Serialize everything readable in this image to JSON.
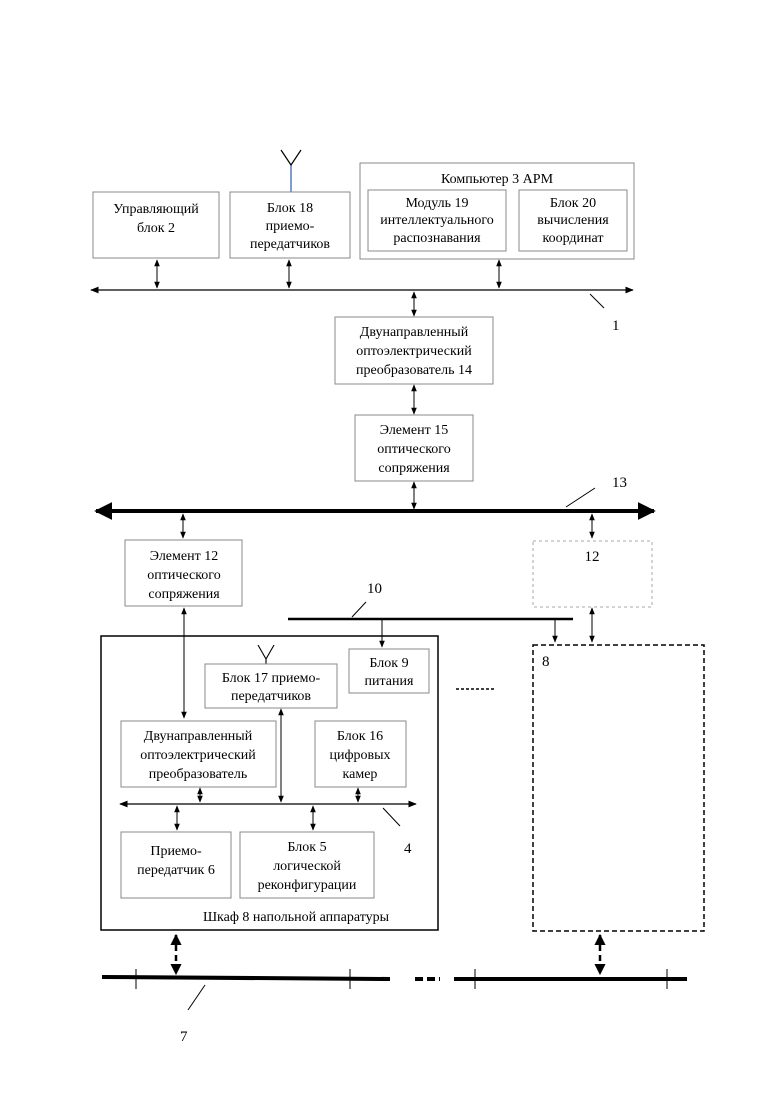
{
  "blocks": {
    "control": [
      "Управляющий",
      "блок 2"
    ],
    "transceiver18": [
      "Блок 18",
      "приемо-",
      "передатчиков"
    ],
    "computer_title": "Компьютер 3 АРМ",
    "module19": [
      "Модуль 19",
      "интеллектуального",
      "распознавания"
    ],
    "block20": [
      "Блок 20",
      "вычисления",
      "координат"
    ],
    "converter14": [
      "Двунаправленный",
      "оптоэлектрический",
      "преобразователь 14"
    ],
    "element15": [
      "Элемент 15",
      "оптического",
      "сопряжения"
    ],
    "element12": [
      "Элемент 12",
      "оптического",
      "сопряжения"
    ],
    "element12_dashed": "12",
    "transceiver17": [
      "Блок 17 приемо-",
      "передатчиков"
    ],
    "power9": [
      "Блок 9",
      "питания"
    ],
    "converter_cab": [
      "Двунаправленный",
      "оптоэлектрический",
      "преобразователь"
    ],
    "cameras16": [
      "Блок 16",
      "цифровых",
      "камер"
    ],
    "transceiver6": [
      "Приемо-",
      "передатчик 6"
    ],
    "reconfig5": [
      "Блок 5",
      "логической",
      "реконфигурации"
    ],
    "cabinet_label": "Шкаф 8 напольной аппаратуры",
    "cabinet8_dashed": "8"
  },
  "labels": {
    "bus1": "1",
    "bus13": "13",
    "bus10": "10",
    "bus4": "4",
    "bus7": "7"
  },
  "colors": {
    "antenna18_mast": "#2a5db0",
    "box_border": "#888888",
    "dashed_border": "#aaaaaa"
  }
}
